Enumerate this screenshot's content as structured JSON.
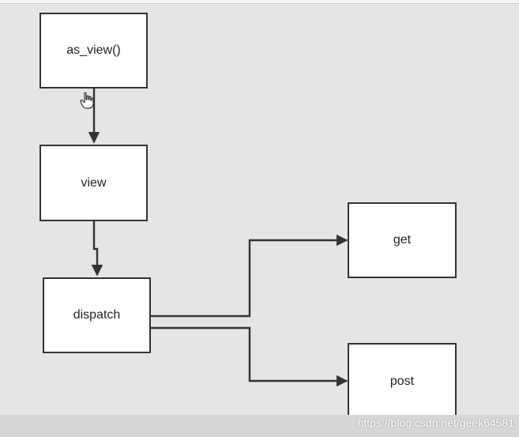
{
  "diagram": {
    "nodes": [
      {
        "id": "as_view",
        "label": "as_view()"
      },
      {
        "id": "view",
        "label": "view"
      },
      {
        "id": "dispatch",
        "label": "dispatch"
      },
      {
        "id": "get",
        "label": "get"
      },
      {
        "id": "post",
        "label": "post"
      }
    ],
    "edges": [
      {
        "from": "as_view",
        "to": "view"
      },
      {
        "from": "view",
        "to": "dispatch"
      },
      {
        "from": "dispatch",
        "to": "get"
      },
      {
        "from": "dispatch",
        "to": "post"
      }
    ]
  },
  "watermark": "https://blog.csdn.net/geek64581",
  "colors": {
    "background": "#e5e5e5",
    "node_fill": "#ffffff",
    "node_border": "#333333",
    "edge": "#333333"
  },
  "icons": {
    "cursor": "hand-pointer-icon"
  }
}
